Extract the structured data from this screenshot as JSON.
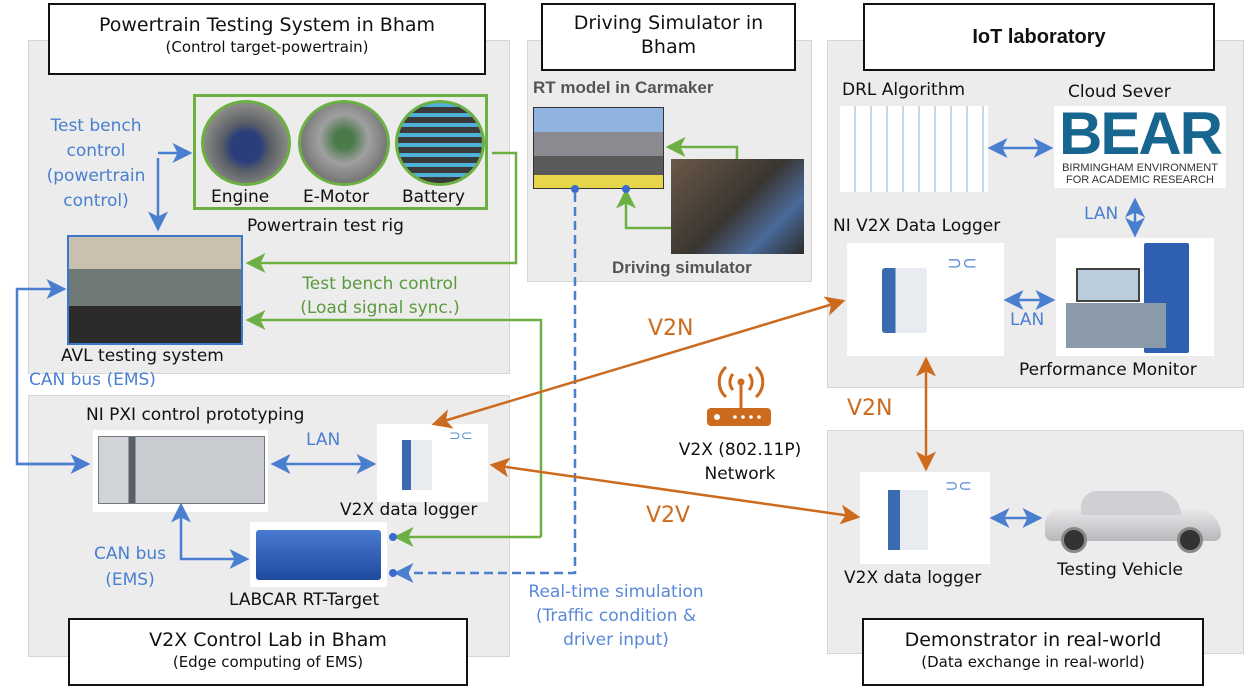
{
  "panels": {
    "powertrain": {
      "title": "Powertrain Testing System in Bham",
      "subtitle": "(Control target-powertrain)",
      "test_bench_control": [
        "Test bench",
        "control",
        "(powertrain",
        "control)"
      ],
      "components": [
        "Engine",
        "E-Motor",
        "Battery"
      ],
      "rig_label": "Powertrain test rig",
      "avl_label": "AVL testing system",
      "load_sync": [
        "Test bench control",
        "(Load signal sync.)"
      ]
    },
    "driving_sim": {
      "title_line1": "Driving Simulator in",
      "title_line2": "Bham",
      "rt_model": "RT model in Carmaker",
      "sim_label": "Driving simulator"
    },
    "iot": {
      "title": "IoT laboratory",
      "drl": "DRL Algorithm",
      "cloud": "Cloud Sever",
      "bear_logo": "BEAR",
      "bear_sub1": "BIRMINGHAM ENVIRONMENT",
      "bear_sub2": "FOR ACADEMIC RESEARCH",
      "logger": "NI V2X Data Logger",
      "lan1": "LAN",
      "lan2": "LAN",
      "monitor": "Performance Monitor"
    },
    "v2x_lab": {
      "title": "V2X Control Lab in Bham",
      "subtitle": "(Edge computing of EMS)",
      "can_bus_ems": "CAN bus (EMS)",
      "pxi": "NI PXI control prototyping",
      "lan": "LAN",
      "logger": "V2X data logger",
      "can_bus": [
        "CAN bus",
        "(EMS)"
      ],
      "labcar": "LABCAR RT-Target"
    },
    "demonstrator": {
      "title": "Demonstrator in real-world",
      "subtitle": "(Data exchange in real-world)",
      "logger": "V2X data logger",
      "vehicle": "Testing Vehicle"
    }
  },
  "links": {
    "v2n_top": "V2N",
    "v2n_right": "V2N",
    "v2v": "V2V",
    "network": [
      "V2X (802.11P)",
      "Network"
    ],
    "realtime": [
      "Real-time simulation",
      "(Traffic condition &",
      "driver input)"
    ]
  },
  "colors": {
    "blue": "#4a7fd0",
    "green": "#6cb043",
    "orange": "#cc6a1e",
    "panel": "#ececec"
  }
}
